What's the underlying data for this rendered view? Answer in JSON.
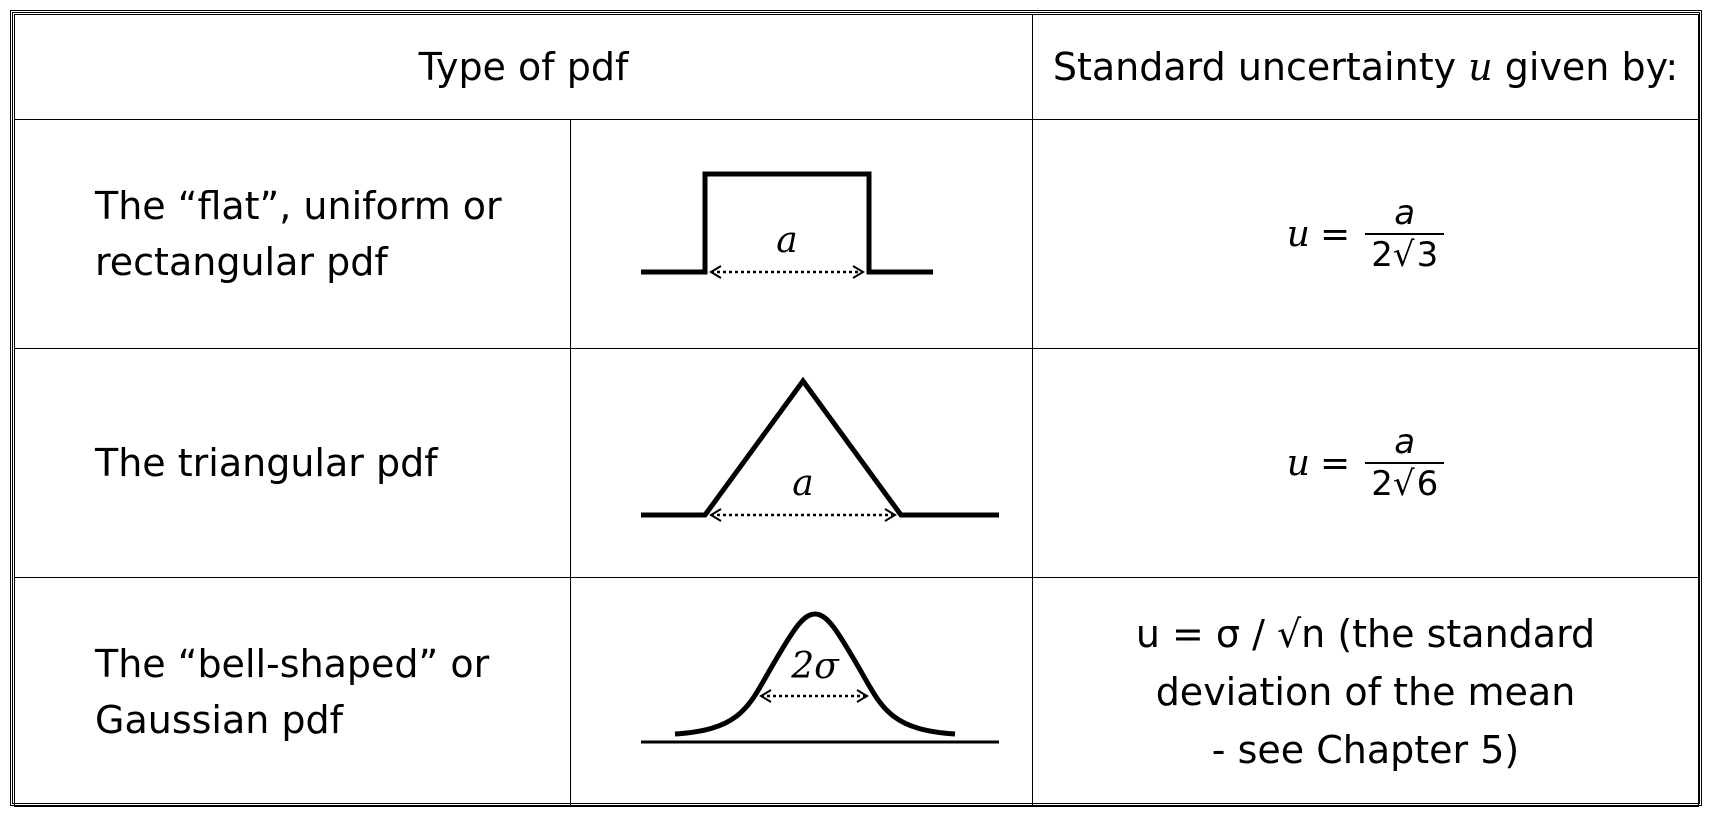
{
  "header": {
    "type_of_pdf": "Type of pdf",
    "uncertainty_prefix": "Standard uncertainty",
    "uncertainty_symbol": "u",
    "uncertainty_suffix": "given by:"
  },
  "rows": [
    {
      "description_line1": "The “flat”, uniform or",
      "description_line2": "rectangular pdf",
      "diagram_label": "a",
      "formula": {
        "lhs": "u",
        "eq": "=",
        "numerator": "a",
        "den_coef": "2",
        "den_radical": "√",
        "den_radicand": "3"
      }
    },
    {
      "description_line1": "The triangular pdf",
      "description_line2": "",
      "diagram_label": "a",
      "formula": {
        "lhs": "u",
        "eq": "=",
        "numerator": "a",
        "den_coef": "2",
        "den_radical": "√",
        "den_radicand": "6"
      }
    },
    {
      "description_line1": "The “bell-shaped”  or",
      "description_line2": "Gaussian pdf",
      "diagram_label": "2σ",
      "formula_line1": "u =  σ / √n  (the standard",
      "formula_line2": "deviation of the mean",
      "formula_line3": "- see Chapter 5)"
    }
  ]
}
